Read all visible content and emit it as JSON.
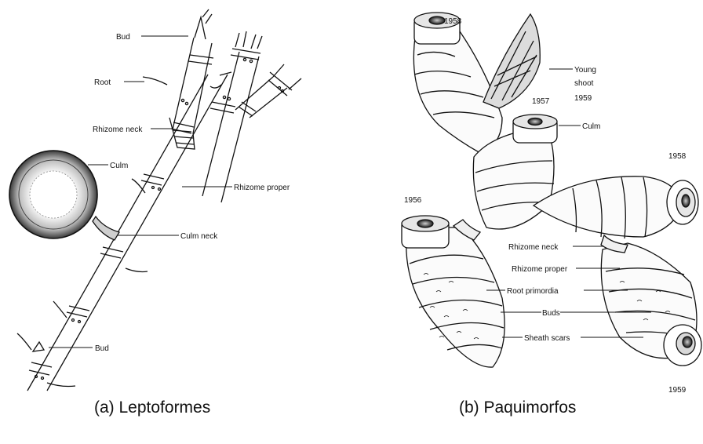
{
  "panel_a": {
    "caption": "(a) Leptoformes",
    "labels": {
      "bud_top": "Bud",
      "root": "Root",
      "rhizome_neck": "Rhizome neck",
      "culm": "Culm",
      "rhizome_proper": "Rhizome proper",
      "culm_neck": "Culm neck",
      "bud_bottom": "Bud"
    }
  },
  "panel_b": {
    "caption": "(b) Paquimorfos",
    "years": {
      "top_left": "1958",
      "young_shoot_year": "1959",
      "culm_year": "1957",
      "right": "1958",
      "left": "1956",
      "bottom_right": "1959"
    },
    "labels": {
      "young_shoot": [
        "Young",
        "shoot"
      ],
      "culm": "Culm",
      "rhizome_neck": "Rhizome neck",
      "rhizome_proper": "Rhizome proper",
      "root_primordia": "Root primordia",
      "buds": "Buds",
      "sheath_scars": "Sheath scars"
    }
  }
}
